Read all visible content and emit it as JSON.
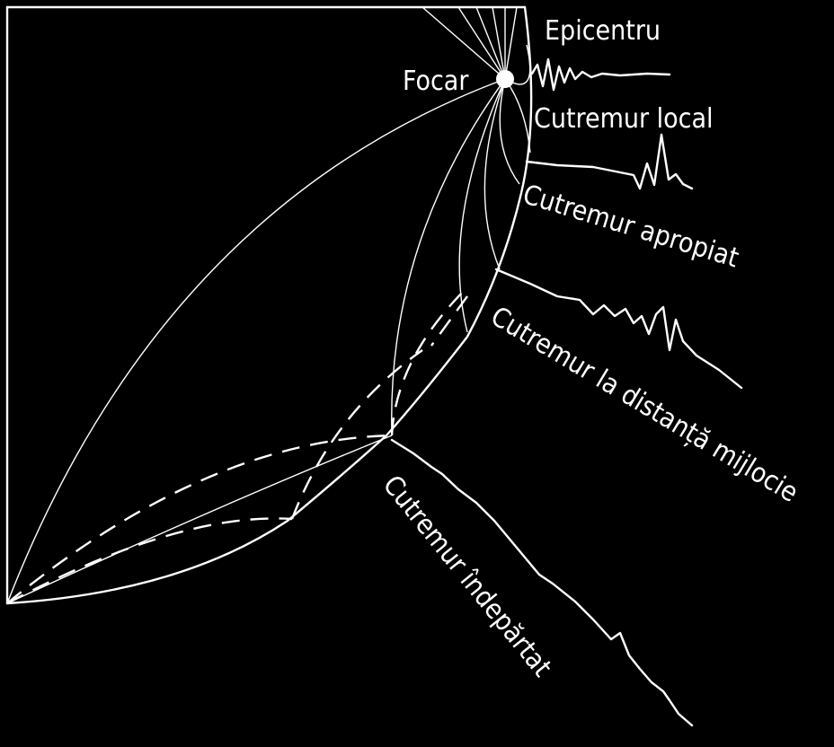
{
  "labels": {
    "epicenter": "Epicentru",
    "focus": "Focar",
    "local": "Cutremur local",
    "near": "Cutremur apropiat",
    "middle": "Cutremur la distanță mijlocie",
    "far": "Cutremur îndepărtat"
  },
  "colors": {
    "background": "#000000",
    "lines": "#ffffff"
  }
}
